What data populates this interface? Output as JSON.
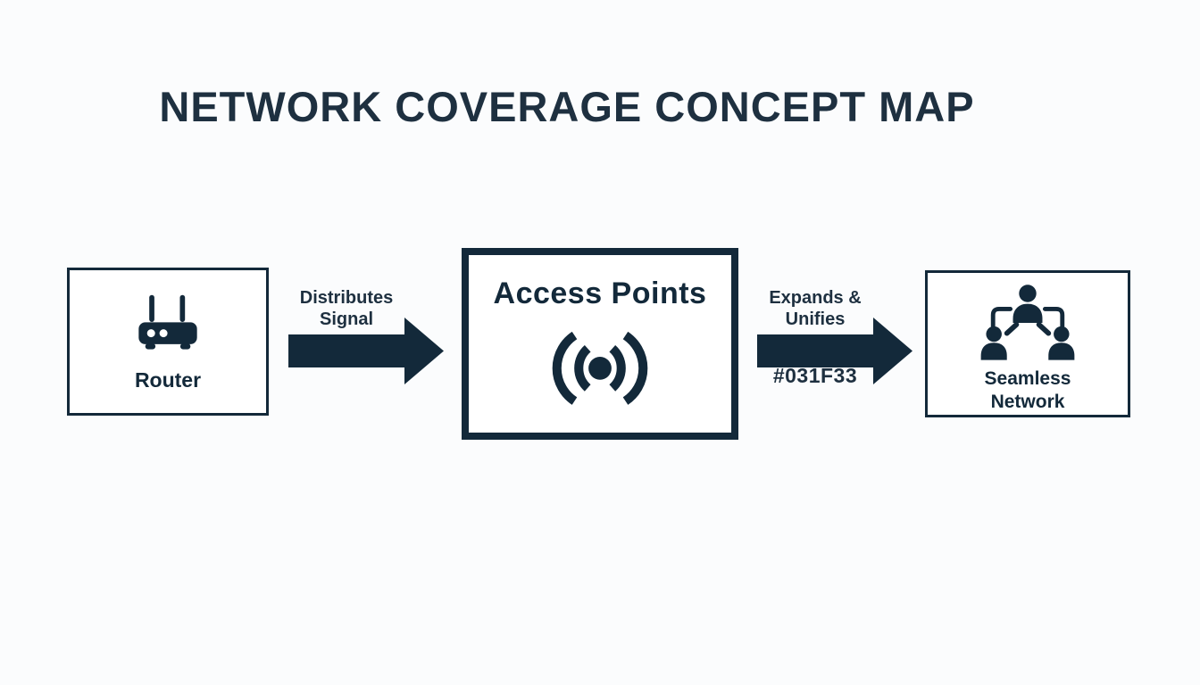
{
  "title": "NETWORK COVERAGE CONCEPT MAP",
  "colors": {
    "ink": "#031F33",
    "background": "#FBFCFD",
    "node_fill": "#FFFFFF"
  },
  "nodes": {
    "router": {
      "label": "Router",
      "icon": "router-icon"
    },
    "access_points": {
      "title": "Access Points",
      "icon": "wireless-signal-icon"
    },
    "seamless_network": {
      "label_line1": "Seamless",
      "label_line2": "Network",
      "icon": "people-network-icon"
    }
  },
  "edges": {
    "distributes_signal": {
      "from": "Router",
      "to": "Access Points",
      "label_line1": "Distributes",
      "label_line2": "Signal"
    },
    "expands_unifies": {
      "from": "Access Points",
      "to": "Seamless Network",
      "label_line1": "Expands &",
      "label_line2": "Unifies",
      "color_code": "#031F33"
    }
  }
}
